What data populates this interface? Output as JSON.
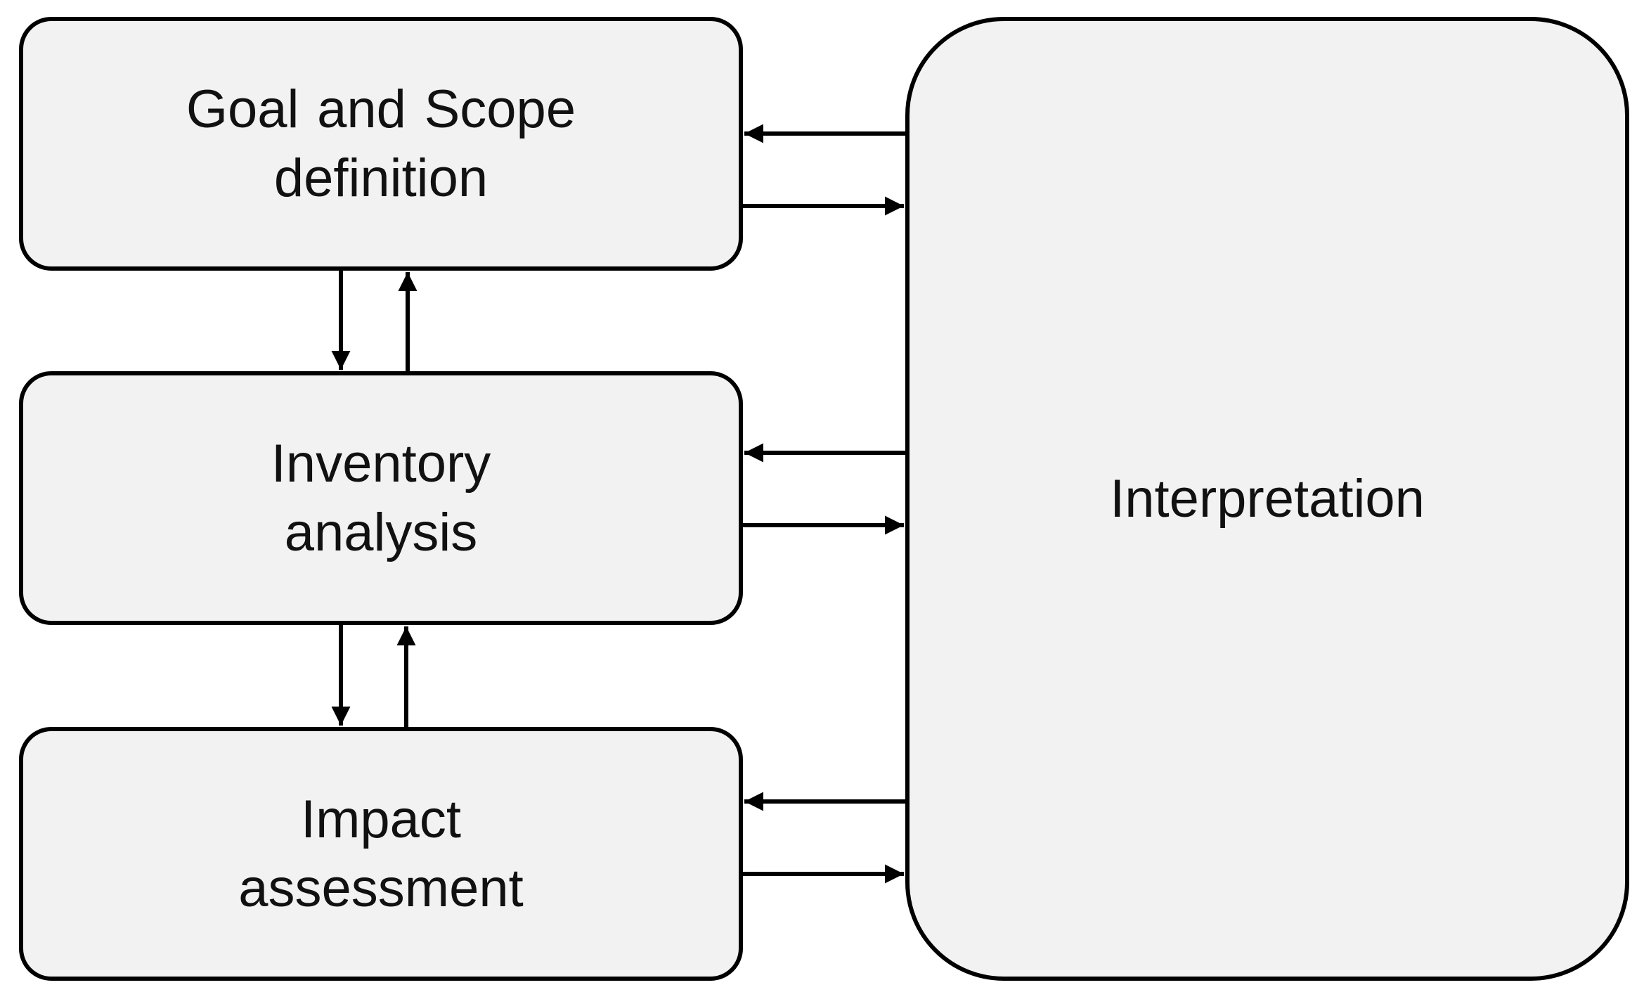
{
  "diagram": {
    "stages": [
      {
        "line1": "Goal  and  Scope",
        "line2": "definition"
      },
      {
        "line1": "Inventory",
        "line2": "analysis"
      },
      {
        "line1": "Impact",
        "line2": "assessment"
      }
    ],
    "interpretation": {
      "label": "Interpretation"
    }
  },
  "colors": {
    "box_fill": "#f2f2f2",
    "stroke": "#000000",
    "text": "#111111"
  }
}
